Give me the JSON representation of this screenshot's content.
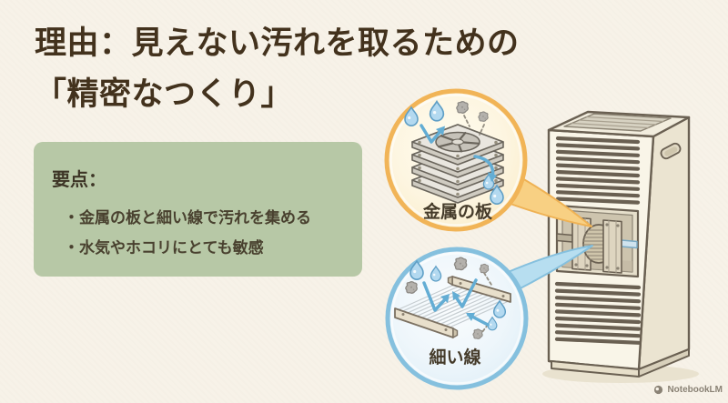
{
  "slide": {
    "title": {
      "line1": "理由：見えない汚れを取るための",
      "line2": "「精密なつくり」"
    },
    "key_points": {
      "heading": "要点：",
      "bullets": [
        "・金属の板と細い線で汚れを集める",
        "・水気やホコリにとても敏感"
      ]
    },
    "callouts": {
      "metal_plates": {
        "label": "金属の板"
      },
      "thin_wires": {
        "label": "細い線"
      }
    },
    "watermark": {
      "brand": "NotebookLM"
    },
    "colors": {
      "background": "#f7f2e8",
      "title_text": "#43321d",
      "key_points_bg": "#b7c8a6",
      "key_points_text": "#49412f",
      "callout_metal_border": "#f1b457",
      "callout_metal_fill": "#fdf5e0",
      "callout_wire_border": "#85c0de",
      "callout_wire_fill": "#eaf4fa",
      "purifier_body": "#f9f5e8",
      "purifier_outline": "#6a6052",
      "water_drop": "#b3d9f0",
      "arrow_blue": "#63add4",
      "dust_gray": "#b4b1ac",
      "watermark_text": "#8a8275"
    }
  }
}
